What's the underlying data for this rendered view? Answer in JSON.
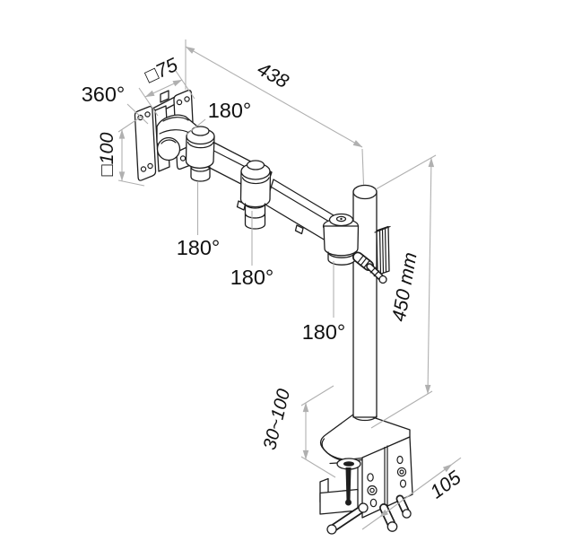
{
  "diagram": {
    "type": "technical-drawing",
    "subject": "desk-clamp monitor arm with dimensions",
    "angle_labels": {
      "vesa_swivel": "360°",
      "head_tilt": "180°",
      "elbow_joint_upper": "180°",
      "elbow_joint_mid": "180°",
      "pole_joint": "180°"
    },
    "dimension_labels": {
      "vesa_width": "□75",
      "vesa_height": "□100",
      "arm_reach": "438",
      "pole_height": "450 mm",
      "clamp_range": "30~100",
      "clamp_depth": "105"
    },
    "colors": {
      "outline": "#1e1e1e",
      "dimension_line": "#b0b0b0",
      "label_text": "#111111",
      "background": "#ffffff"
    }
  }
}
